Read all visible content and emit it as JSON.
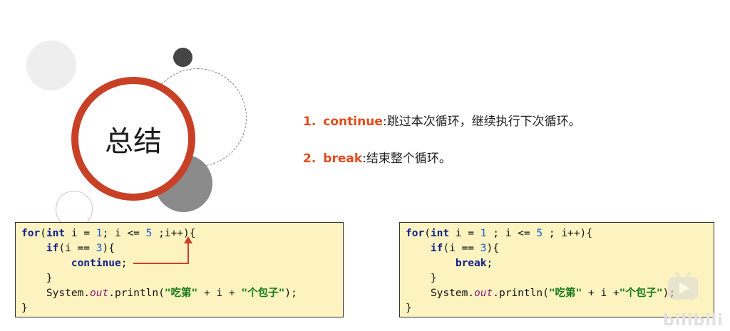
{
  "slide": {
    "title": "总结",
    "points": [
      {
        "number": "1.",
        "keyword": "continue",
        "text": ":跳过本次循环，继续执行下次循环。"
      },
      {
        "number": "2.",
        "keyword": "break",
        "text": ":结束整个循环。"
      }
    ]
  },
  "code_left": {
    "lines": [
      [
        {
          "t": "for",
          "c": "k"
        },
        {
          "t": "(",
          "c": ""
        },
        {
          "t": "int",
          "c": "k"
        },
        {
          "t": " i = ",
          "c": ""
        },
        {
          "t": "1",
          "c": "n"
        },
        {
          "t": "; i <= ",
          "c": ""
        },
        {
          "t": "5",
          "c": "n"
        },
        {
          "t": " ;i++){",
          "c": ""
        }
      ],
      [
        {
          "t": "    ",
          "c": ""
        },
        {
          "t": "if",
          "c": "k"
        },
        {
          "t": "(i == ",
          "c": ""
        },
        {
          "t": "3",
          "c": "n"
        },
        {
          "t": "){",
          "c": ""
        }
      ],
      [
        {
          "t": "        ",
          "c": ""
        },
        {
          "t": "continue",
          "c": "k"
        },
        {
          "t": ";",
          "c": ""
        }
      ],
      [
        {
          "t": "    }",
          "c": ""
        }
      ],
      [
        {
          "t": "    System.",
          "c": ""
        },
        {
          "t": "out",
          "c": "f"
        },
        {
          "t": ".println(",
          "c": ""
        },
        {
          "t": "\"吃第\"",
          "c": "s"
        },
        {
          "t": " + i + ",
          "c": ""
        },
        {
          "t": "\"个包子\"",
          "c": "s"
        },
        {
          "t": ");",
          "c": ""
        }
      ],
      [
        {
          "t": "}",
          "c": ""
        }
      ]
    ]
  },
  "code_right": {
    "lines": [
      [
        {
          "t": "for",
          "c": "k"
        },
        {
          "t": "(",
          "c": ""
        },
        {
          "t": "int",
          "c": "k"
        },
        {
          "t": " i = ",
          "c": ""
        },
        {
          "t": "1",
          "c": "n"
        },
        {
          "t": " ; i <= ",
          "c": ""
        },
        {
          "t": "5",
          "c": "n"
        },
        {
          "t": " ; i++){",
          "c": ""
        }
      ],
      [
        {
          "t": "    ",
          "c": ""
        },
        {
          "t": "if",
          "c": "k"
        },
        {
          "t": "(i == ",
          "c": ""
        },
        {
          "t": "3",
          "c": "n"
        },
        {
          "t": "){",
          "c": ""
        }
      ],
      [
        {
          "t": "        ",
          "c": ""
        },
        {
          "t": "break",
          "c": "k"
        },
        {
          "t": ";",
          "c": ""
        }
      ],
      [
        {
          "t": "    }",
          "c": ""
        }
      ],
      [
        {
          "t": "    System.",
          "c": ""
        },
        {
          "t": "out",
          "c": "f"
        },
        {
          "t": ".println(",
          "c": ""
        },
        {
          "t": "\"吃第\"",
          "c": "s"
        },
        {
          "t": " + i +",
          "c": ""
        },
        {
          "t": "\"个包子\"",
          "c": "s"
        },
        {
          "t": ");",
          "c": ""
        }
      ],
      [
        {
          "t": "}",
          "c": ""
        }
      ]
    ]
  },
  "watermark": "bilibili",
  "colors": {
    "accent": "#c84126",
    "keyword_highlight": "#e04b1a",
    "code_bg": "#fcf3c0"
  },
  "icons": [
    "play-icon",
    "arrow-annotation"
  ]
}
